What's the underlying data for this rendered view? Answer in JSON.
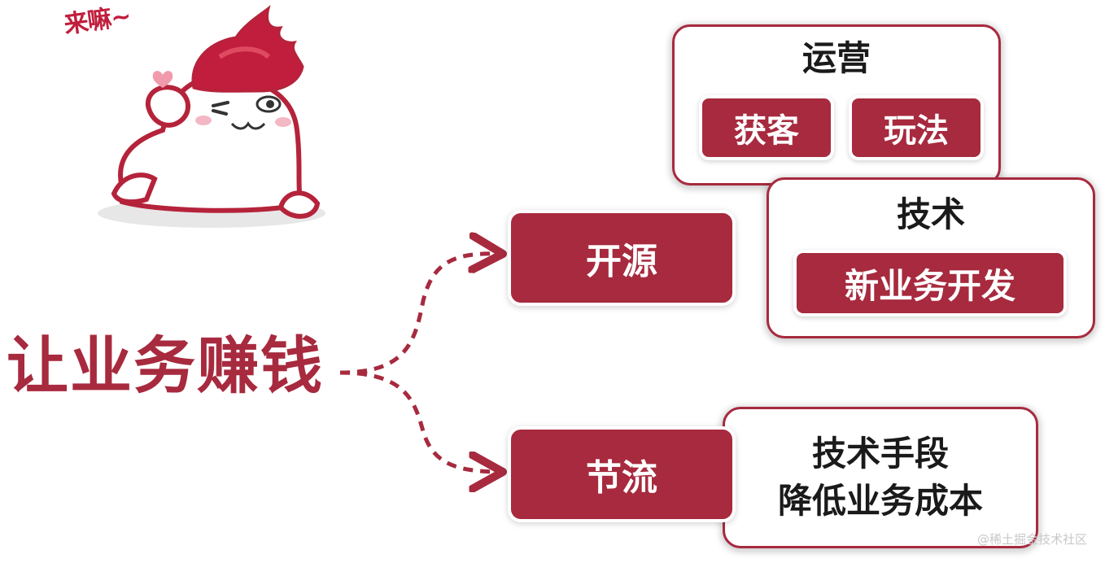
{
  "mascot": {
    "caption": "来嘛~"
  },
  "main_title": "让业务赚钱",
  "branches": {
    "kaiyuan": {
      "label": "开源",
      "operations": {
        "title": "运营",
        "items": [
          "获客",
          "玩法"
        ]
      },
      "technology": {
        "title": "技术",
        "items": [
          "新业务开发"
        ]
      }
    },
    "jieliu": {
      "label": "节流",
      "detail_line1": "技术手段",
      "detail_line2": "降低业务成本"
    }
  },
  "watermark": "@稀土掘金技术社区",
  "colors": {
    "accent": "#a72a3e",
    "text": "#1a1a1a",
    "mascot_red": "#c01e3c"
  },
  "icons": {
    "mascot": "winking-mascot-icon",
    "heart": "heart-icon",
    "arrow": "dashed-arrow-icon"
  }
}
